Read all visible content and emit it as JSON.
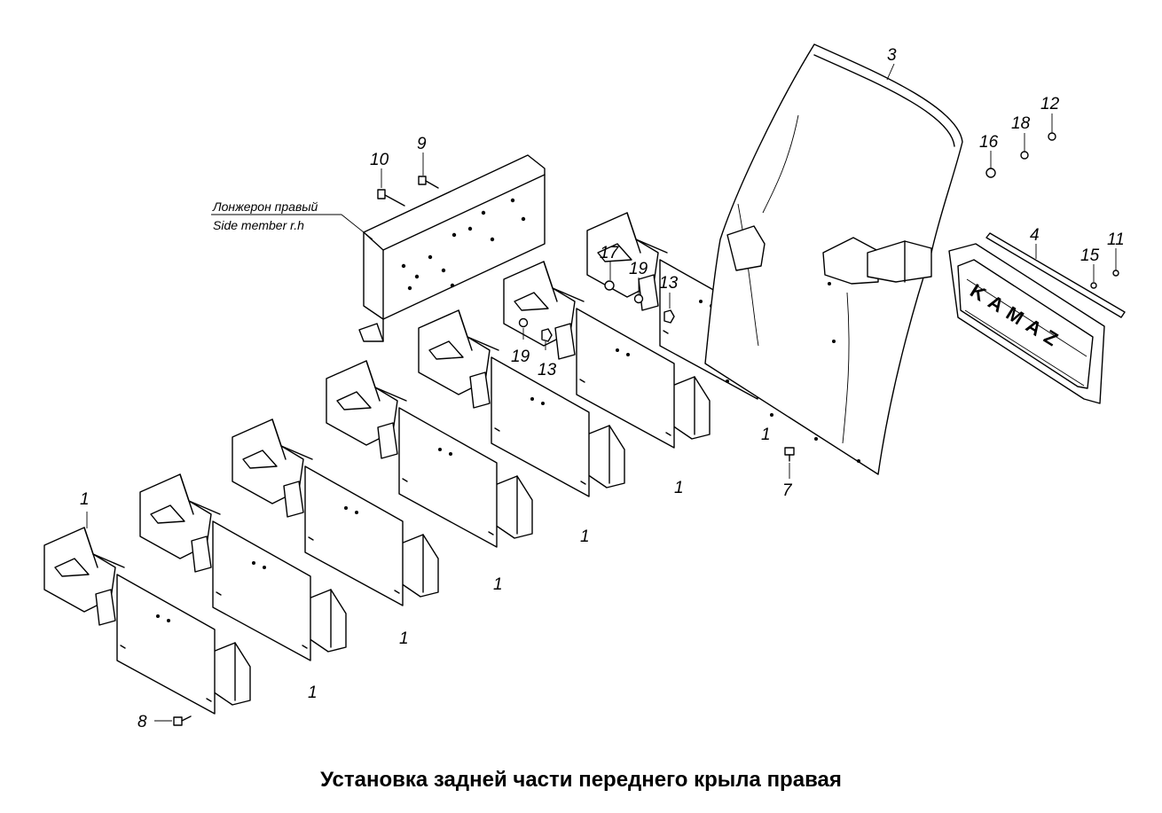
{
  "title": "Установка задней части переднего крыла правая",
  "side_member_label": {
    "ru": "Лонжерон правый",
    "en": "Side member  r.h"
  },
  "emblem_text": "KAMAZ",
  "callouts": [
    "1",
    "1",
    "1",
    "1",
    "1",
    "1",
    "1",
    "3",
    "4",
    "7",
    "8",
    "9",
    "10",
    "11",
    "12",
    "13",
    "13",
    "15",
    "16",
    "17",
    "18",
    "19",
    "19"
  ]
}
